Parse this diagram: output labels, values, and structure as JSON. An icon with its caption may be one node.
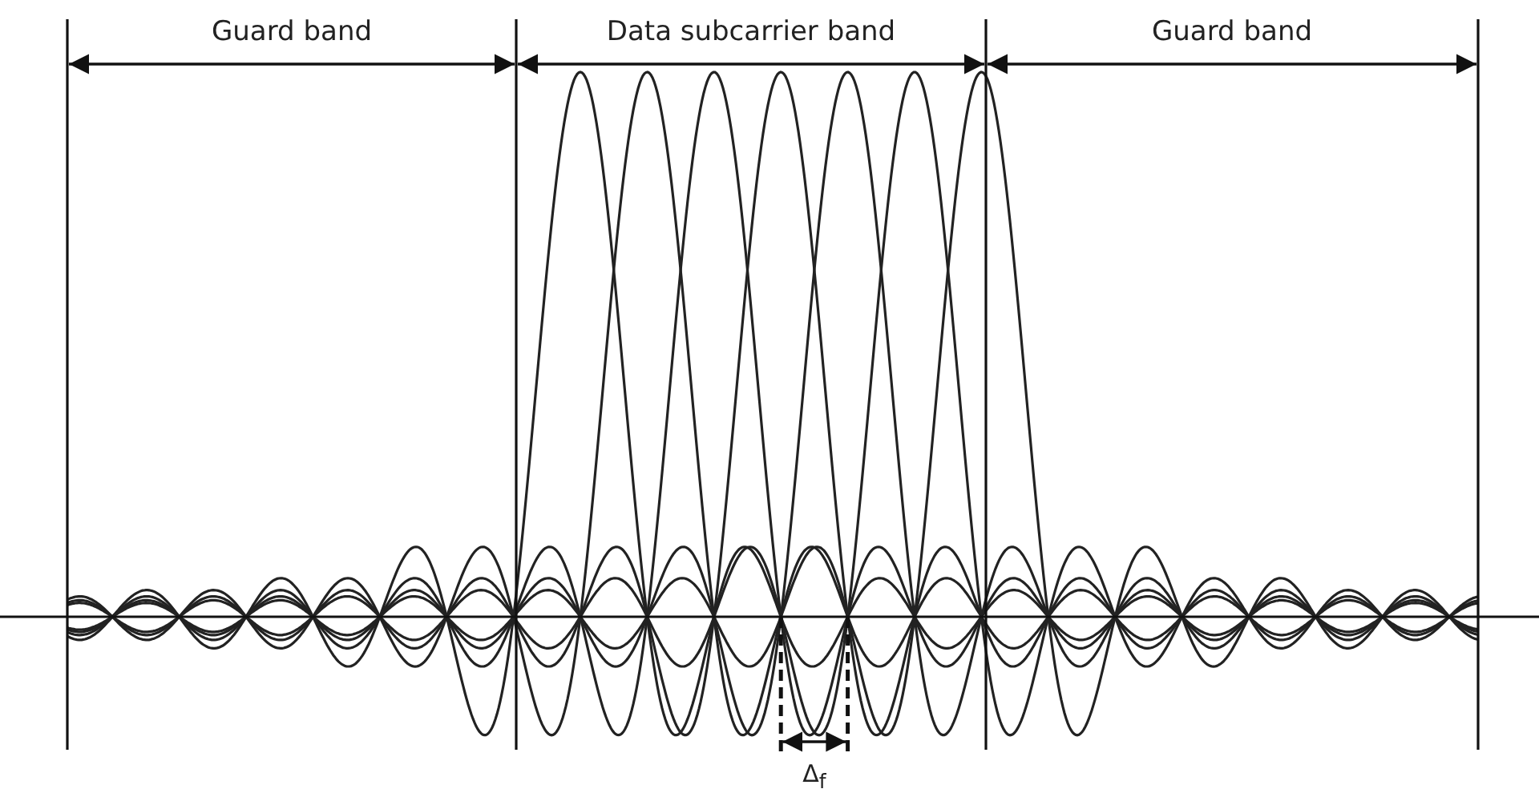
{
  "diagram": {
    "labels": [
      "Guard band",
      "Data subcarrier band",
      "Guard band",
      "Δ$_{f}$"
    ]
  }
}
